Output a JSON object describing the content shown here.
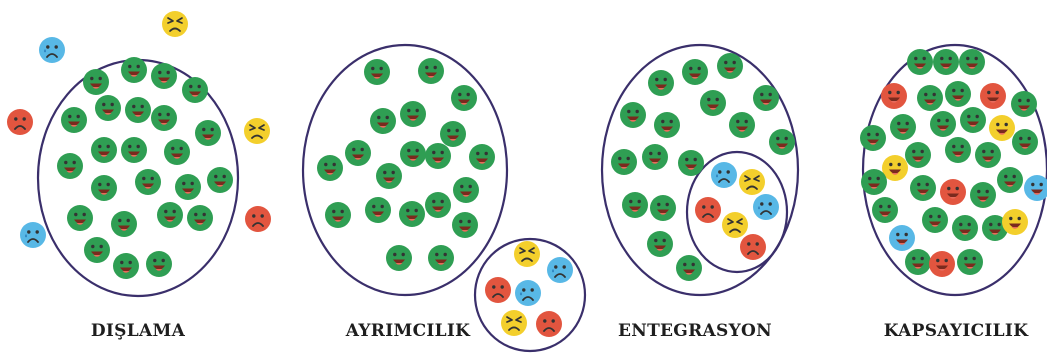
{
  "panels": [
    {
      "key": "exclusion",
      "label": "DIŞLAMA"
    },
    {
      "key": "segregation",
      "label": "AYRIMCILIK"
    },
    {
      "key": "integration",
      "label": "ENTEGRASYON"
    },
    {
      "key": "inclusion",
      "label": "KAPSAYICILIK"
    }
  ],
  "colors": {
    "green": "#2f9e53",
    "red": "#e2553f",
    "yellow": "#f3cf2c",
    "blue": "#58b8e6",
    "outline": "#3a2f6b",
    "feature": "#333333"
  },
  "face_types": {
    "green": "happy",
    "red": "sad",
    "yellow": "angry",
    "blue": "sad-tear"
  },
  "inclusion_variant_faces": {
    "red": "happy",
    "yellow": "happy",
    "blue": "happy"
  }
}
